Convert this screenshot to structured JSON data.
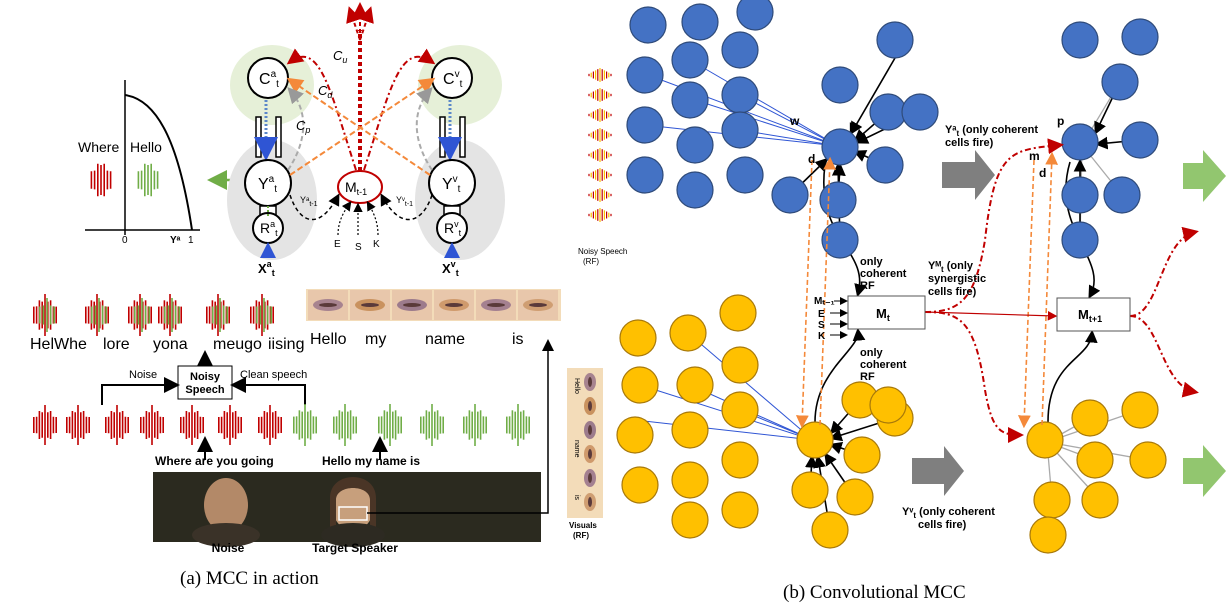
{
  "left_panel": {
    "caption": "(a) MCC in action",
    "graph": {
      "word_where": "Where",
      "word_hello": "Hello",
      "axis_zero": "0",
      "axis_one": "1",
      "axis_label": "Yᵃ"
    },
    "cells": {
      "ca_main": "C",
      "ca_sup": "a",
      "ca_sub": "t",
      "cv_main": "C",
      "cv_sup": "v",
      "cv_sub": "t",
      "ya_main": "Y",
      "ya_sup": "a",
      "ya_sub": "t",
      "yv_main": "Y",
      "yv_sup": "v",
      "yv_sub": "t",
      "ra_main": "R",
      "ra_sup": "a",
      "ra_sub": "t",
      "rv_main": "R",
      "rv_sup": "v",
      "rv_sub": "t",
      "m_main": "M",
      "m_sub": "t-1",
      "xa_main": "X",
      "xa_sup": "a",
      "xa_sub": "t",
      "xv_main": "X",
      "xv_sup": "v",
      "xv_sub": "t",
      "ya_prev": "Yᵃ",
      "ya_prev_sub": "t-1",
      "yv_prev": "Yᵛ",
      "yv_prev_sub": "t-1",
      "e": "E",
      "s": "S",
      "k": "K"
    },
    "connections": {
      "cu": "C",
      "cu_sub": "u",
      "cd": "C",
      "cd_sub": "d",
      "cp": "C",
      "cp_sub": "p"
    },
    "lip_words": [
      "Hello",
      "my",
      "name",
      "is"
    ],
    "noisy_words": [
      "HelWhe",
      "lore",
      "yona",
      "meugo",
      "iising"
    ],
    "noise_label": "Noise",
    "clean_label": "Clean speech",
    "noisy_box_line1": "Noisy",
    "noisy_box_line2": "Speech",
    "sentence_noise": "Where are you  going",
    "sentence_target": "Hello my name  is",
    "video_noise_label": "Noise",
    "video_target_label": "Target Speaker"
  },
  "right_panel": {
    "caption": "(b) Convolutional MCC",
    "noisy_speech_label_1": "Noisy Speech",
    "noisy_speech_label_2": "(RF)",
    "visuals_label_1": "Visuals",
    "visuals_label_2": "(RF)",
    "strip_words": [
      "Hello",
      "name",
      "is"
    ],
    "w": "w",
    "p": "p",
    "d": "d",
    "m": "m",
    "ya_note_1": "Yᵃ",
    "ya_note_1b": "t",
    "ya_note_2": " (only coherent",
    "ya_note_3": "cells fire)",
    "ym_note_1": "Yᴹ",
    "ym_note_1b": "t",
    "ym_note_2": " (only",
    "ym_note_3": "synergistic",
    "ym_note_4": "cells fire)",
    "only_coherent_rf_1": [
      "only",
      "coherent",
      "RF"
    ],
    "only_coherent_rf_2": [
      "only",
      "coherent",
      "RF"
    ],
    "mt_main": "M",
    "mt_sub": "t",
    "mt1_main": "M",
    "mt1_sub": "t+1",
    "inputs": [
      "Mₜ₋₁",
      "E",
      "S",
      "K"
    ],
    "yv_note_1": "Yᵛ",
    "yv_note_1b": "t",
    "yv_note_2": " (only coherent",
    "yv_note_3": "cells fire)"
  },
  "colors": {
    "blue_cell": "#4472c4",
    "orange_cell": "#ffc000",
    "red": "#c00000",
    "orange_dash": "#f4893a",
    "green": "#70ad47",
    "grey_arrow": "#7f7f7f"
  }
}
